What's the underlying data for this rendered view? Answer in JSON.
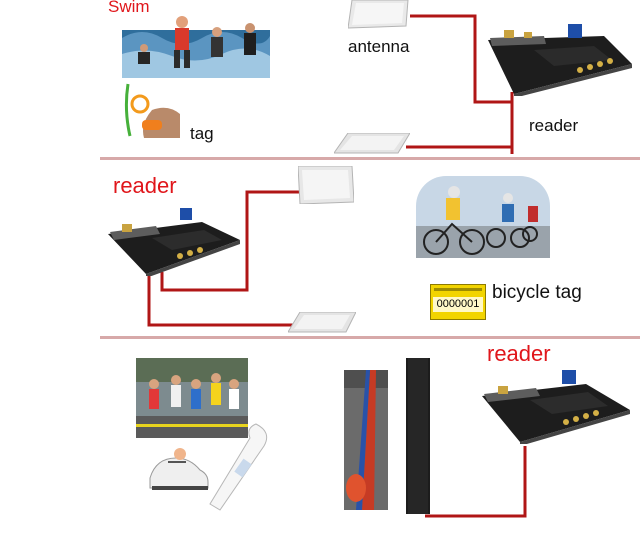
{
  "labels": {
    "swim": "Swim",
    "antenna": "antenna",
    "reader_top": "reader",
    "tag": "tag",
    "reader_middle": "reader",
    "bicycle_tag": "bicycle tag",
    "reader_bottom": "reader"
  },
  "bicycle_tag_number": "0000001",
  "colors": {
    "wire": "#b01616",
    "red_label": "#e0161b",
    "divider": "#d7a9a9",
    "tag_yellow": "#f2d400"
  },
  "icons": [
    "swimmers-photo",
    "wristband-tag-photo",
    "antenna-panel",
    "reader-board",
    "cyclists-photo",
    "runners-photo",
    "shoe-tag-photo",
    "mat-antenna-photo"
  ]
}
